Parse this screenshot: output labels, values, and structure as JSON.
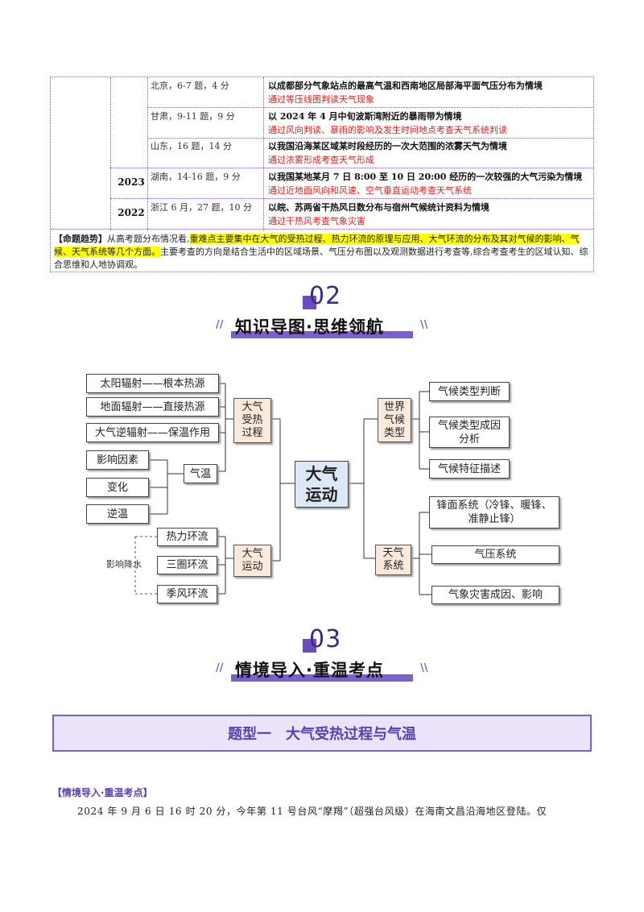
{
  "table": {
    "rows": [
      {
        "province": "北京，6-7 题，4 分",
        "context": "以成都部分气象站点的最高气温和西南地区局部海平面气压分布为情境",
        "focus": "通过等压线图判读天气现象"
      },
      {
        "province": "甘肃，9-11 题，9 分",
        "context": "以 2024 年 4 月中旬波斯湾附近的暴雨带为情境",
        "focus": "通过风向判读、暴雨的影响及发生时间地点考查天气系统判读"
      },
      {
        "province": "山东，16 题，14 分",
        "context": "以我国沿海某区域某时段经历的一次大范围的浓雾天气为情境",
        "focus": "通过浓雾形成考查天气形成"
      },
      {
        "province": "湖南，14-16 题，9 分",
        "context": "以我国某地某月 7 日 8:00 至 10 日 20:00 经历的一次较强的大气污染为情境",
        "focus": "通过近地面风向和风速、空气垂直运动考查天气系统"
      },
      {
        "province": "浙江 6 月，27 题，10 分",
        "context": "以皖、苏两省干热风日数分布与宿州气候统计资料为情境",
        "focus": "通过干热风考查气象灾害"
      }
    ],
    "years": [
      "2023",
      "2022"
    ],
    "trend_tag": "【命题趋势】",
    "trend_intro": "从高考题分布情况看,",
    "trend_highlight": "重难点主要集中在大气的受热过程、热力环流的原理与应用、大气环流的分布及其对气候的影响、气候、天气系统等几个方面。",
    "trend_rest": "主要考查的方向是结合生活中的区域场景、气压分布图以及观测数据进行考查等,综合考查考生的区域认知、综合思维和人地协调观。"
  },
  "section2": {
    "number": "02",
    "title": "知识导图·思维领航"
  },
  "mindmap": {
    "center": "大气\n运动",
    "left_top": [
      "太阳辐射——根本热源",
      "地面辐射——直接热源",
      "大气逆辐射——保温作用"
    ],
    "heating": "大气\n受热\n过程",
    "temp_items": [
      "影响因素",
      "变化",
      "逆温"
    ],
    "temp": "气温",
    "circulations": [
      "热力环流",
      "三圈环流",
      "季风环流"
    ],
    "precip_label": "影响降水",
    "atmo_motion": "大气\n运动",
    "climate": "世界\n气候\n类型",
    "climate_items": [
      "气候类型判断",
      "气候类型成因\n分析",
      "气候特征描述"
    ],
    "weather": "天气\n系统",
    "weather_items": [
      "锋面系统（冷锋、暖锋、\n准静止锋）",
      "气压系统",
      "气象灾害成因、影响"
    ]
  },
  "section3": {
    "number": "03",
    "title": "情境导入·重温考点"
  },
  "banner": "题型一　大气受热过程与气温",
  "context_head": "【情境导入·重温考点】",
  "paragraph": "2024 年 9 月 6 日 16 时 20 分，今年第 11 号台风“摩羯”（超强台风级）在海南文昌沿海地区登陆。仅"
}
